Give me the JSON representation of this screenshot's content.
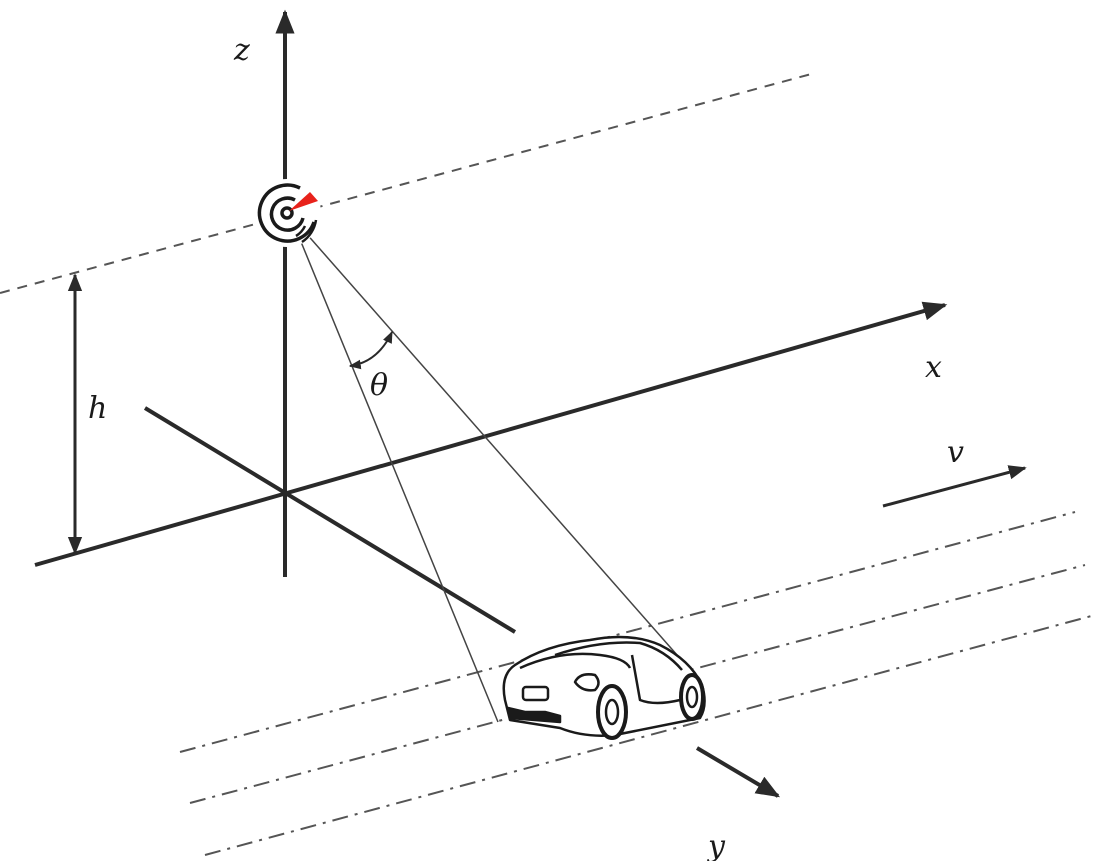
{
  "diagram": {
    "labels": {
      "z_axis": "z",
      "x_axis": "x",
      "y_axis": "y",
      "height": "h",
      "angle": "θ",
      "velocity": "v"
    },
    "colors": {
      "line": "#2a2a2a",
      "radar_wedge": "#e8221b"
    },
    "icons": [
      "radar-icon",
      "car-icon"
    ]
  }
}
